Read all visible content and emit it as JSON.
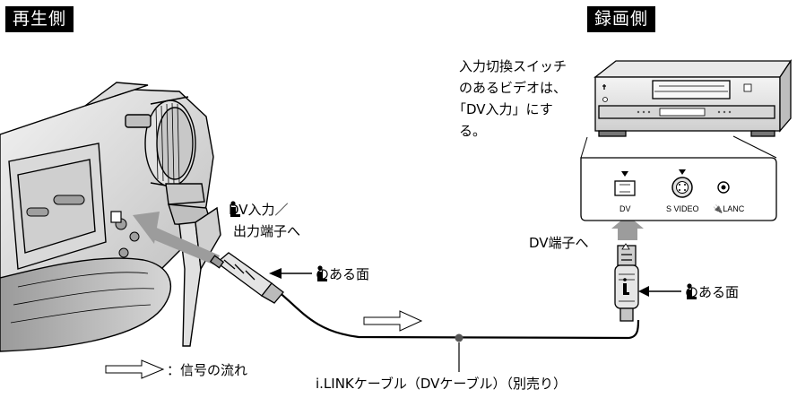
{
  "headers": {
    "playback_side": "再生側",
    "record_side": "録画側"
  },
  "vcr_note": {
    "line1": "入力切換スイッチ",
    "line2": "のあるビデオは、",
    "line3": "「DV入力」にす",
    "line4": "る。"
  },
  "camera_port_label": {
    "line1": "DV入力／",
    "line2": "出力端子へ"
  },
  "plug_face_label_left": "のある面",
  "plug_face_label_right": "のある面",
  "vcr_port_label": "DV端子へ",
  "terminal_labels": {
    "dv": "DV",
    "svideo": "S VIDEO",
    "lanc": "LANC"
  },
  "legend": {
    "text": "：信号の流れ"
  },
  "cable_label": "i.LINKケーブル（DVケーブル）（別売り）",
  "icons": [
    "ilink-icon",
    "signal-flow-arrow-icon",
    "camcorder",
    "vcr-deck",
    "dv-plug",
    "triangle-marker-icon"
  ]
}
